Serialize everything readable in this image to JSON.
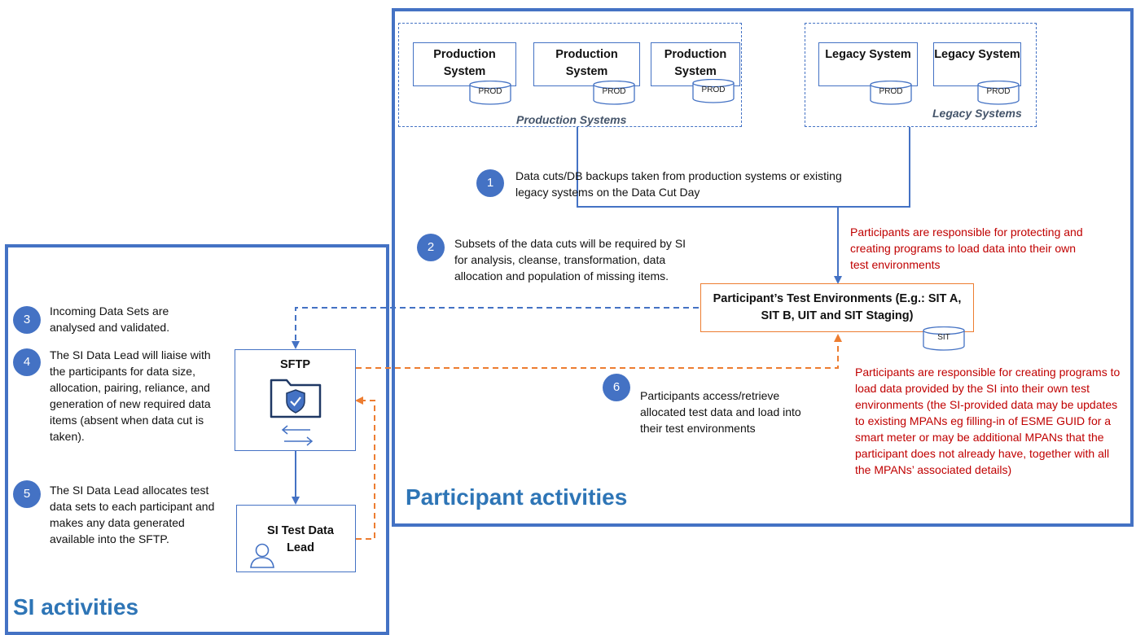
{
  "production": {
    "systems": [
      "Production System",
      "Production System",
      "Production System"
    ],
    "db_label": "PROD",
    "caption": "Production Systems"
  },
  "legacy": {
    "systems": [
      "Legacy System",
      "Legacy System"
    ],
    "db_label": "PROD",
    "caption": "Legacy Systems"
  },
  "steps": [
    {
      "num": "1",
      "text": "Data cuts/DB backups taken from production systems or existing legacy systems on the Data Cut Day"
    },
    {
      "num": "2",
      "text": "Subsets of the data cuts will be required by SI for analysis, cleanse, transformation, data allocation and population of missing items."
    },
    {
      "num": "3",
      "text": "Incoming Data Sets are analysed and validated."
    },
    {
      "num": "4",
      "text": "The SI Data Lead will liaise with the participants for data size, allocation, pairing, reliance, and generation of new required data items (absent when data cut is taken)."
    },
    {
      "num": "5",
      "text": "The SI Data Lead allocates test data sets to each participant and makes any data generated available into the SFTP."
    },
    {
      "num": "6",
      "text": "Participants access/retrieve allocated test data and load into their test environments"
    }
  ],
  "test_env": {
    "label": "Participant’s Test Environments (E.g.: SIT A, SIT B, UIT and SIT Staging)",
    "db_label": "SIT"
  },
  "notes": {
    "protecting": "Participants are responsible for protecting and creating programs to load data into their own test environments",
    "creating": "Participants are responsible for creating programs to load data provided by the SI into their own test environments (the SI-provided data may be updates to existing MPANs eg filling-in of ESME GUID for a smart meter or may be additional MPANs that the participant does not already have, together with all the MPANs’ associated details)"
  },
  "sftp": {
    "label": "SFTP"
  },
  "si_lead": {
    "label": "SI Test Data Lead"
  },
  "titles": {
    "participant": "Participant activities",
    "si": "SI activities"
  },
  "colors": {
    "blue": "#4472c4",
    "orange": "#ed7d31",
    "red_text": "#c00000",
    "title_blue": "#2e75b6"
  }
}
